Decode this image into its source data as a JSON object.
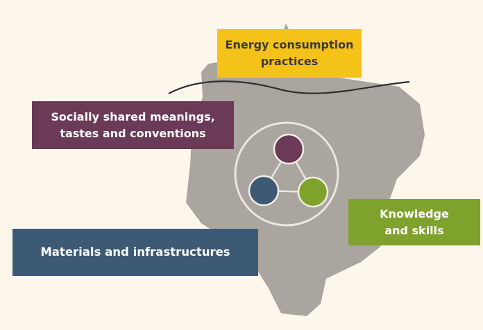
{
  "colors": {
    "background": "#fcf6eb",
    "blob": "#aaa59e",
    "energy": "#f5c21a",
    "meanings": "#6a3a57",
    "knowledge": "#7ea22b",
    "materials": "#3c5a74",
    "ring": "#ece7de",
    "wave": "#2f2f2f"
  },
  "nodes": {
    "energy": {
      "label": "Energy consumption\npractices",
      "color": "#f5c21a"
    },
    "meanings": {
      "label": "Socially shared meanings,\ntastes and conventions",
      "color": "#6a3a57"
    },
    "knowledge": {
      "label": "Knowledge\nand skills",
      "color": "#7ea22b"
    },
    "materials": {
      "label": "Materials and infrastructures",
      "color": "#3c5a74"
    }
  },
  "triad": [
    {
      "element": "meanings",
      "color": "#6a3a57"
    },
    {
      "element": "materials",
      "color": "#3c5a74"
    },
    {
      "element": "knowledge",
      "color": "#7ea22b"
    }
  ]
}
